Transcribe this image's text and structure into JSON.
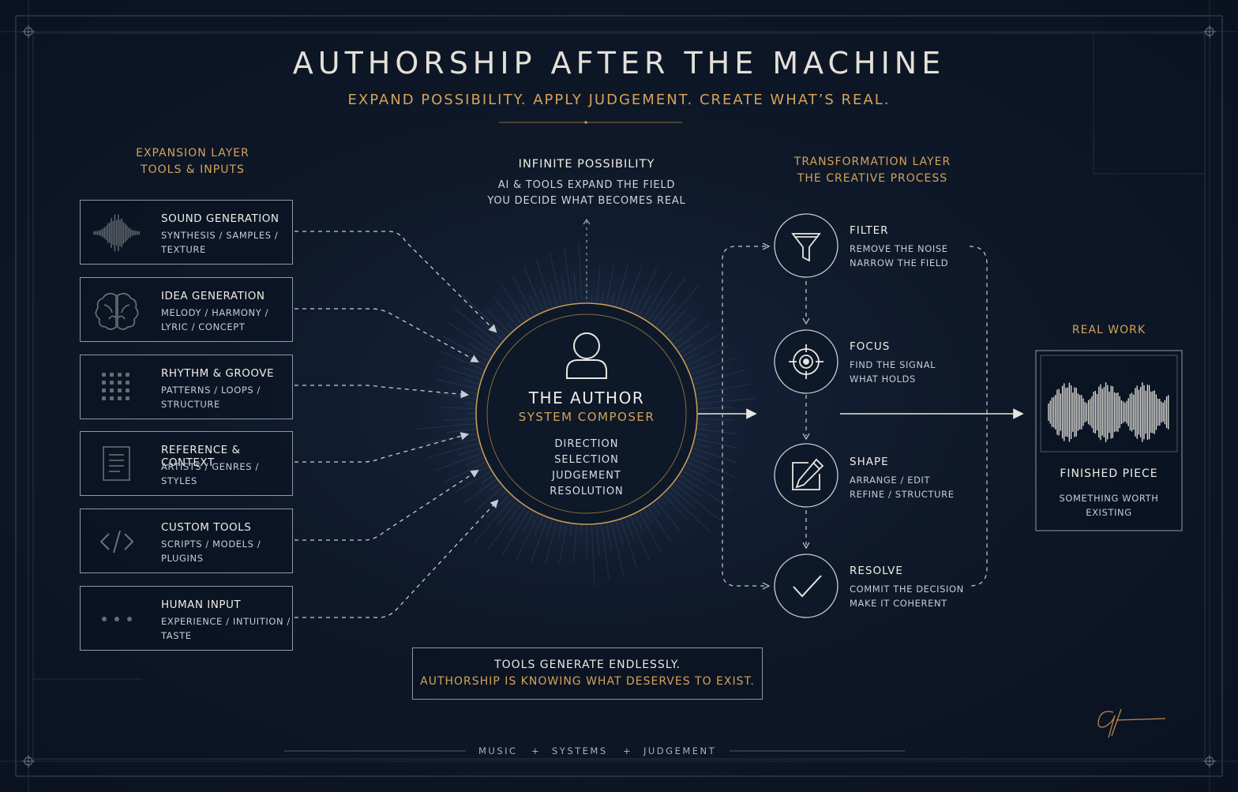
{
  "header": {
    "title": "AUTHORSHIP AFTER THE MACHINE",
    "subtitle": "EXPAND POSSIBILITY. APPLY JUDGEMENT. CREATE WHAT’S REAL."
  },
  "expansion": {
    "heading": "EXPANSION LAYER",
    "subheading": "TOOLS & INPUTS",
    "cards": [
      {
        "title": "SOUND GENERATION",
        "line1": "SYNTHESIS / SAMPLES /",
        "line2": "TEXTURE",
        "icon": "waveform-icon"
      },
      {
        "title": "IDEA GENERATION",
        "line1": "MELODY / HARMONY /",
        "line2": "LYRIC / CONCEPT",
        "icon": "brain-icon"
      },
      {
        "title": "RHYTHM & GROOVE",
        "line1": "PATTERNS / LOOPS /",
        "line2": "STRUCTURE",
        "icon": "dot-grid-icon"
      },
      {
        "title": "REFERENCE & CONTEXT",
        "line1": "ARTISTS / GENRES /",
        "line2": "STYLES",
        "icon": "document-icon"
      },
      {
        "title": "CUSTOM TOOLS",
        "line1": "SCRIPTS / MODELS /",
        "line2": "PLUGINS",
        "icon": "code-icon"
      },
      {
        "title": "HUMAN INPUT",
        "line1": "EXPERIENCE / INTUITION /",
        "line2": "TASTE",
        "icon": "ellipsis-icon"
      }
    ]
  },
  "possibility": {
    "title": "INFINITE POSSIBILITY",
    "line1": "AI & TOOLS EXPAND THE FIELD",
    "line2": "YOU DECIDE WHAT BECOMES REAL"
  },
  "author": {
    "title": "THE AUTHOR",
    "role": "SYSTEM COMPOSER",
    "qualities": [
      "DIRECTION",
      "SELECTION",
      "JUDGEMENT",
      "RESOLUTION"
    ],
    "icon": "person-icon"
  },
  "transformation": {
    "heading": "TRANSFORMATION LAYER",
    "subheading": "THE CREATIVE PROCESS",
    "steps": [
      {
        "title": "FILTER",
        "line1": "REMOVE THE NOISE",
        "line2": "NARROW THE FIELD",
        "icon": "funnel-icon"
      },
      {
        "title": "FOCUS",
        "line1": "FIND THE SIGNAL",
        "line2": "WHAT HOLDS",
        "icon": "crosshair-icon"
      },
      {
        "title": "SHAPE",
        "line1": "ARRANGE / EDIT",
        "line2": "REFINE / STRUCTURE",
        "icon": "edit-icon"
      },
      {
        "title": "RESOLVE",
        "line1": "COMMIT THE DECISION",
        "line2": "MAKE IT COHERENT",
        "icon": "check-icon"
      }
    ]
  },
  "output": {
    "heading": "REAL WORK",
    "title": "FINISHED PIECE",
    "line1": "SOMETHING WORTH",
    "line2": "EXISTING",
    "icon": "waveform-icon"
  },
  "quote": {
    "line1": "TOOLS GENERATE ENDLESSLY.",
    "line2": "AUTHORSHIP IS KNOWING WHAT DESERVES TO EXIST."
  },
  "footer": {
    "word1": "MUSIC",
    "sep1": "+",
    "word2": "SYSTEMS",
    "sep2": "+",
    "word3": "JUDGEMENT"
  },
  "colors": {
    "background": "#0c1524",
    "accent_gold": "#d4a25a",
    "line": "#c8ccd4"
  }
}
